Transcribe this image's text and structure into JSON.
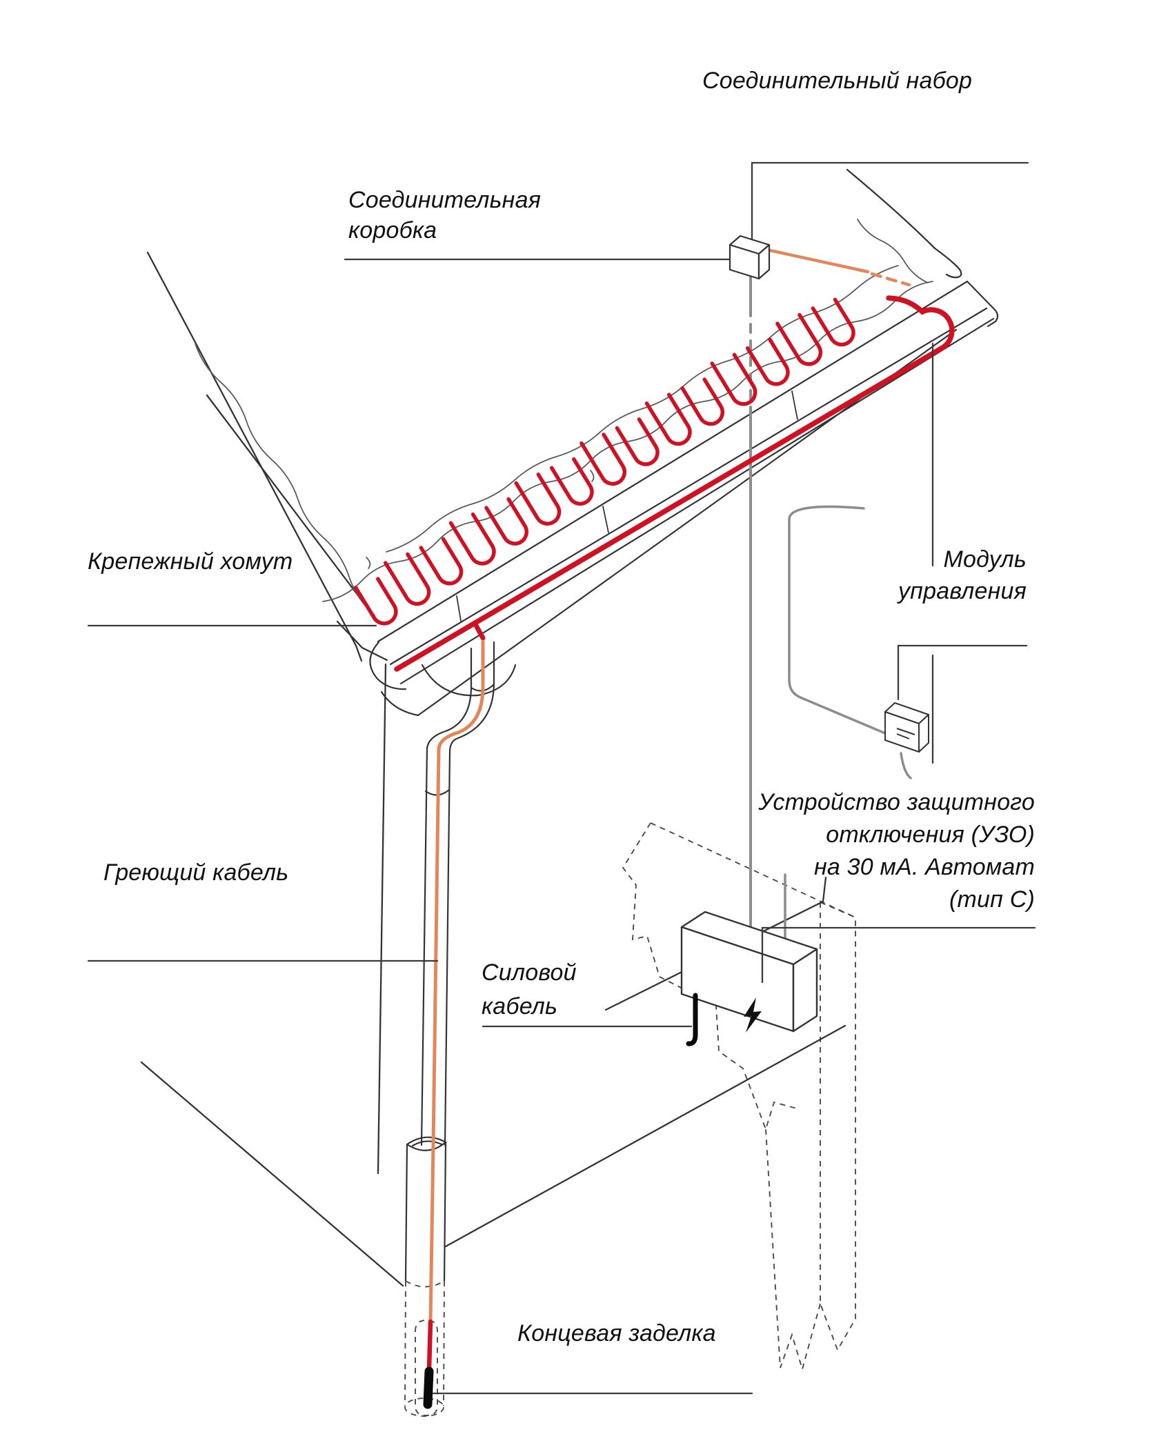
{
  "labels": {
    "connection_kit": "Соединительный набор",
    "junction_box": [
      "Соединительная",
      "коробка"
    ],
    "mounting_clamp": "Крепежный хомут",
    "control_module": [
      "Модуль",
      "управления"
    ],
    "heating_cable": "Греющий кабель",
    "power_cable": [
      "Силовой",
      "кабель"
    ],
    "rcd": [
      "Устройство защитного",
      "отключения (УЗО)",
      "на 30 мА. Автомат",
      "(тип С)"
    ],
    "end_termination": "Концевая заделка"
  },
  "colors": {
    "heating_cable_red": "#cf1124",
    "lead_cable_orange": "#e2875c",
    "outline_dark": "#333333",
    "cable_gray": "#8c8c8c",
    "snow_gray": "#5a5a5a",
    "dashed_gray": "#4a4a4a",
    "leader_black": "#3a3a3a",
    "termination_black": "#0a0a0a",
    "text_color": "#111111"
  }
}
